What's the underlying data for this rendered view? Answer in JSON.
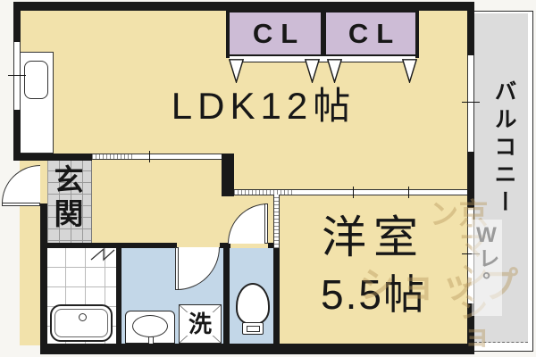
{
  "rooms": {
    "ldk": {
      "label": "LDK12帖"
    },
    "closet_left": {
      "label": "CL"
    },
    "closet_right": {
      "label": "CL"
    },
    "balcony": {
      "label": "バルコニー"
    },
    "entrance": {
      "label": "玄関"
    },
    "western_room": {
      "name": "洋室",
      "size": "5.5帖"
    },
    "laundry": {
      "label": "洗"
    }
  },
  "watermark": {
    "line1": "京マンション",
    "line2": "ショップ",
    "side": "Wレ°"
  },
  "colors": {
    "cream": "#f2e2ab",
    "lavender": "#cdbcd6",
    "floor": "#d6d6d6",
    "balcony": "#dcdcdc",
    "blue": "#c3d7e8",
    "wall": "#191919",
    "wm": "#b8985c"
  }
}
